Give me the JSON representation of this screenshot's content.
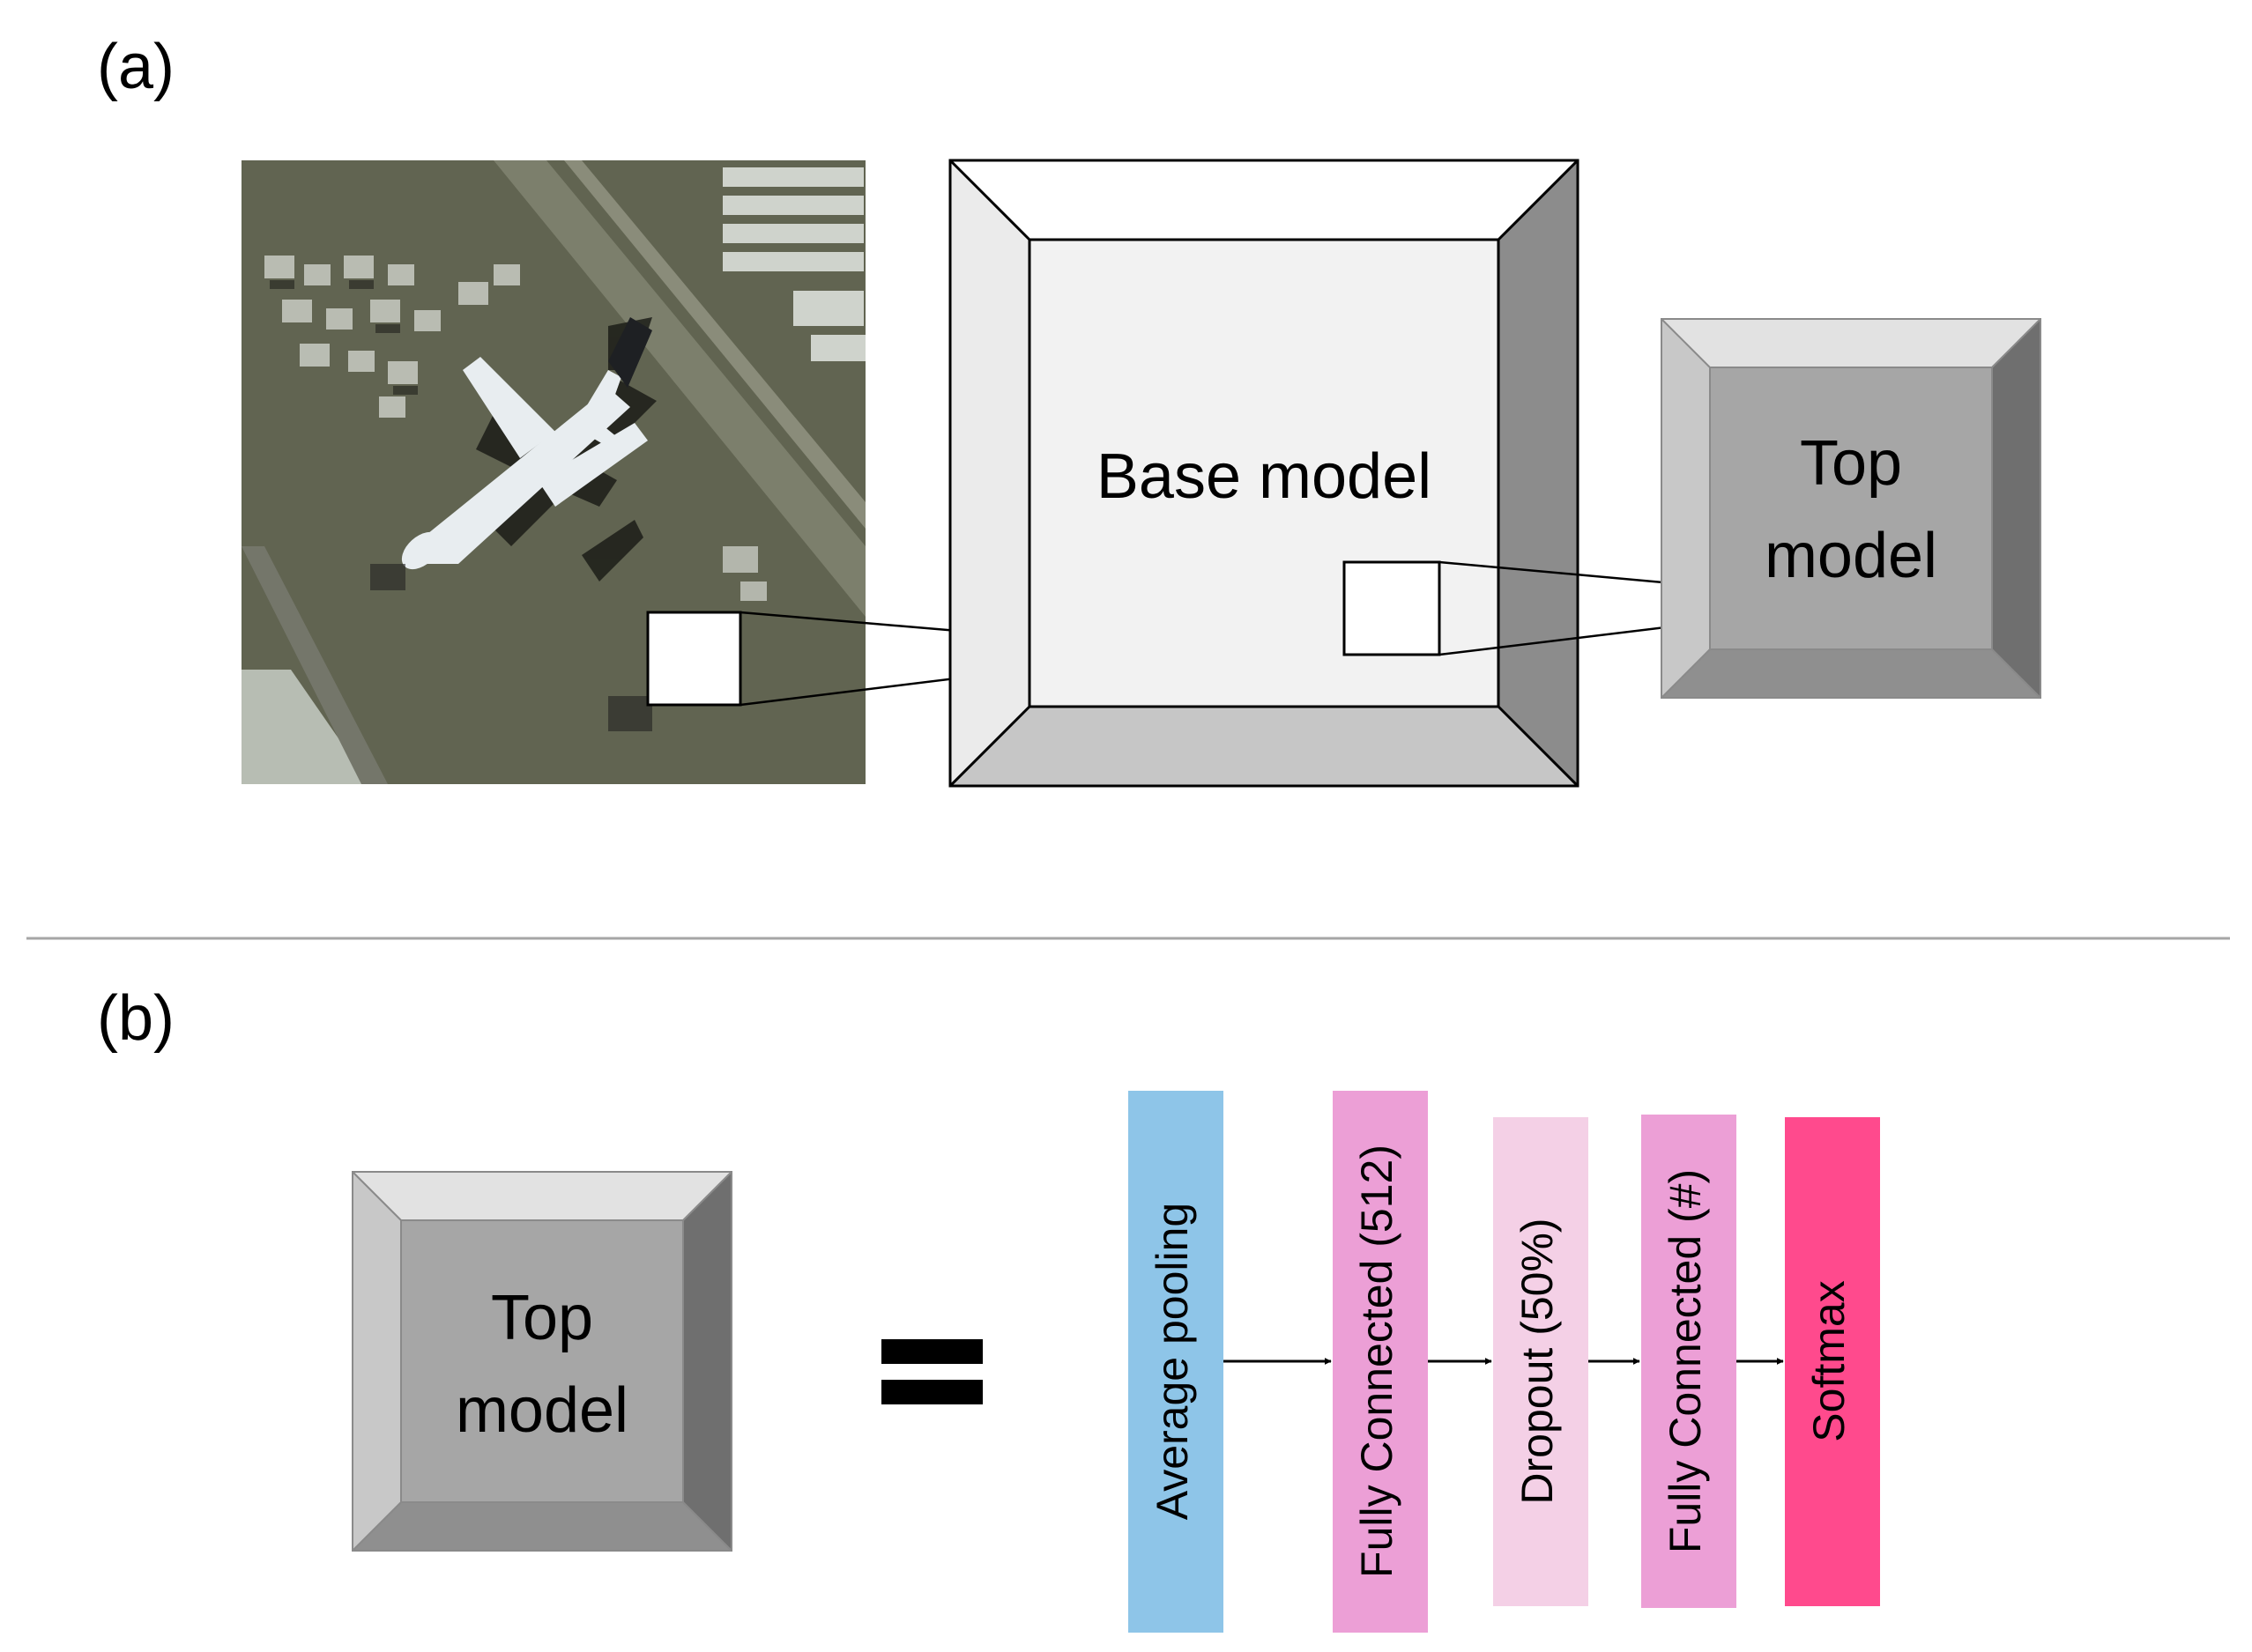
{
  "panels": {
    "a_label": "(a)",
    "b_label": "(b)"
  },
  "blocks": {
    "base_model": "Base model",
    "top_model_line1": "Top",
    "top_model_line2": "model"
  },
  "pipeline": {
    "layers": [
      {
        "label": "Average pooling",
        "color": "#8ec5e8"
      },
      {
        "label": "Fully Connected (512)",
        "color": "#ec9fd6"
      },
      {
        "label": "Dropout (50%)",
        "color": "#f4d0e6"
      },
      {
        "label": "Fully Connected (#)",
        "color": "#ec9fd6"
      },
      {
        "label": "Softmax",
        "color": "#ff4a8d"
      }
    ]
  },
  "colors": {
    "divider": "#a6a6a6",
    "base_face": "#f2f2f2",
    "top_face": "#a6a6a6"
  },
  "icons": {
    "aerial_image": "aerial-airplane-photo",
    "equals": "equals-sign"
  }
}
